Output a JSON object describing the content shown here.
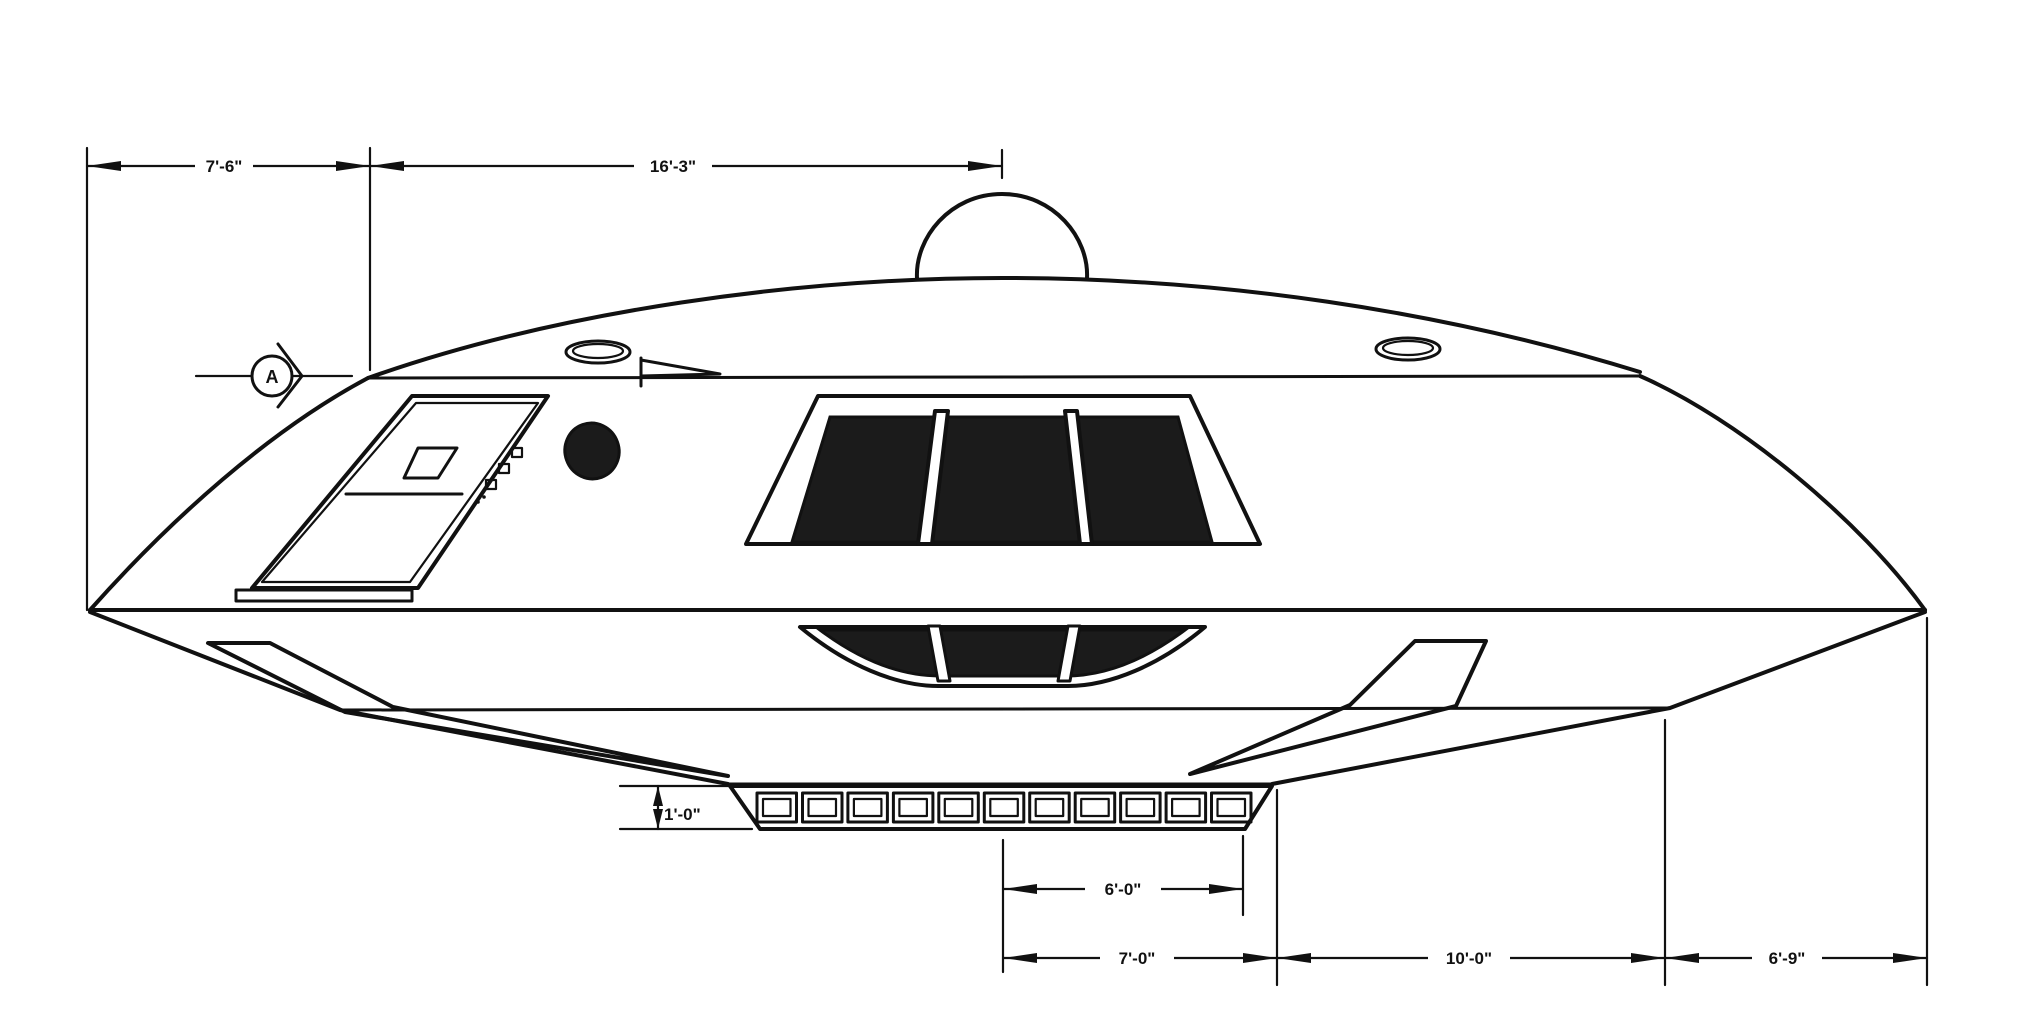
{
  "drawing": {
    "subject": "flying saucer side elevation",
    "section_marker": {
      "letter": "A"
    },
    "dimensions": {
      "top_left": "7'-6\"",
      "top_right": "16'-3\"",
      "height": "1'-0\"",
      "lower_inner": "6'-0\"",
      "bottom_1": "7'-0\"",
      "bottom_2": "10'-0\"",
      "bottom_3": "6'-9\""
    }
  }
}
